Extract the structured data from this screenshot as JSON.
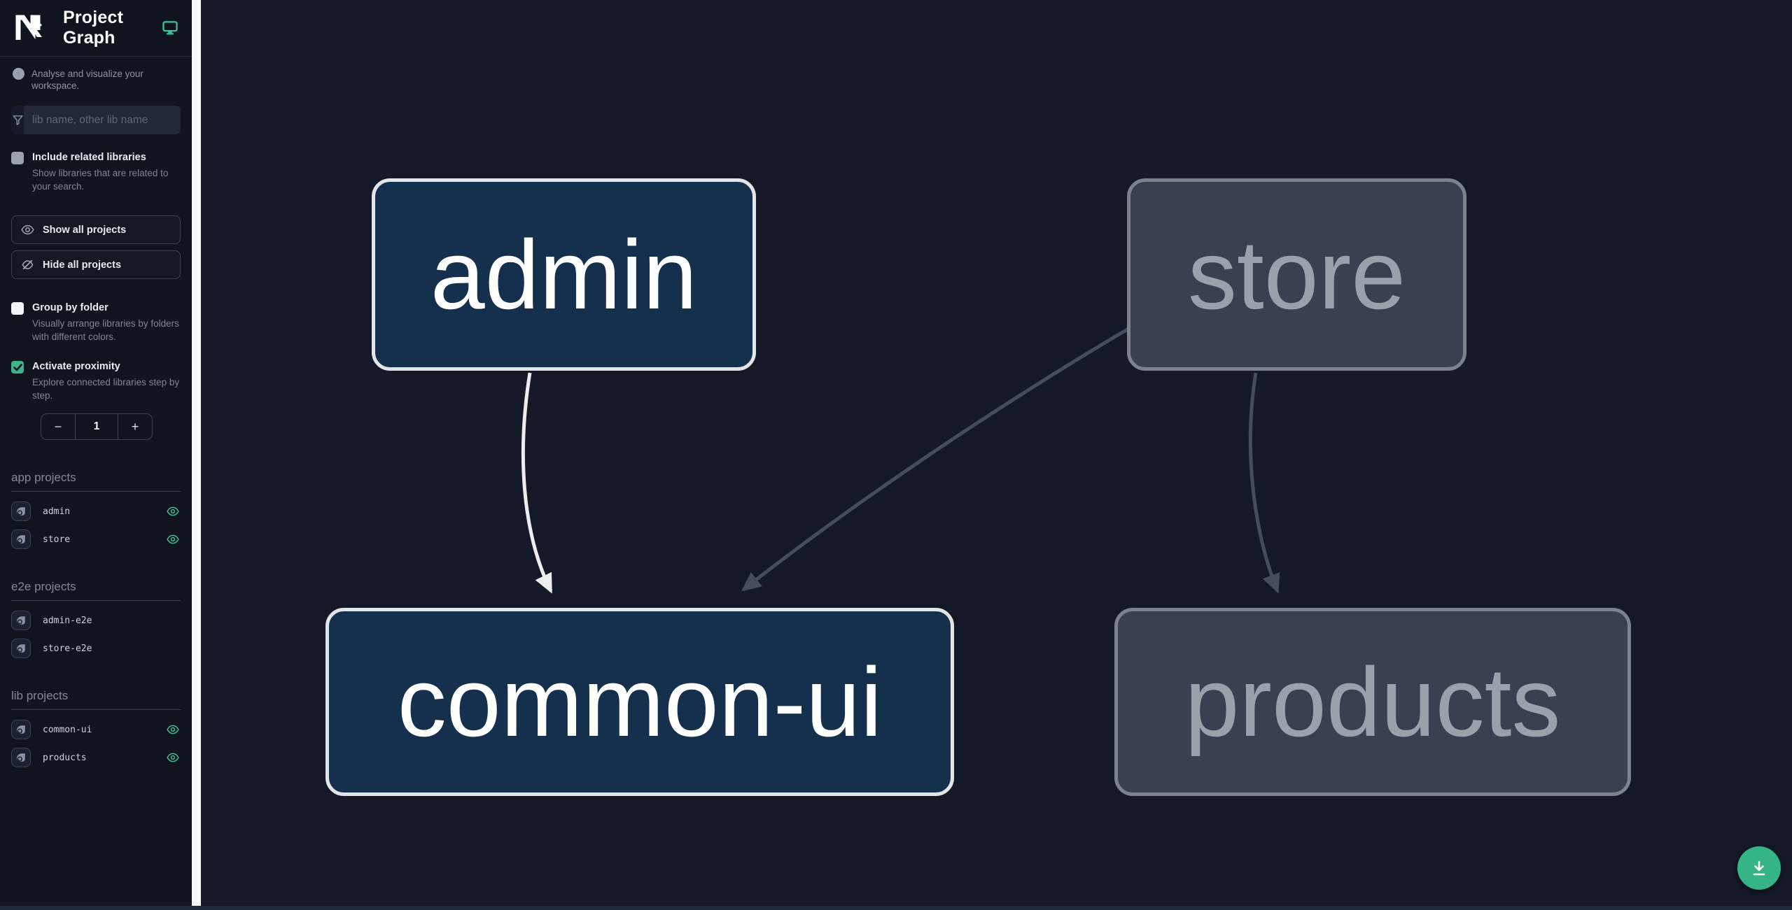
{
  "header": {
    "title": "Project Graph"
  },
  "sidebar": {
    "tagline": "Analyse and visualize your workspace.",
    "filter": {
      "placeholder": "lib name, other lib name"
    },
    "options": [
      {
        "label": "Include related libraries",
        "description": "Show libraries that are related to your search.",
        "checked": false
      },
      {
        "label": "Group by folder",
        "description": "Visually arrange libraries by folders with different colors.",
        "checked": false
      },
      {
        "label": "Activate proximity",
        "description": "Explore connected libraries step by step.",
        "checked": true
      }
    ],
    "buttons": {
      "show_all": "Show all projects",
      "hide_all": "Hide all projects"
    },
    "proximity_stepper": {
      "decrement": "−",
      "value": "1",
      "increment": "+"
    },
    "sections": [
      {
        "title": "app projects",
        "items": [
          {
            "name": "admin",
            "visible": true
          },
          {
            "name": "store",
            "visible": true
          }
        ]
      },
      {
        "title": "e2e projects",
        "items": [
          {
            "name": "admin-e2e",
            "visible": false
          },
          {
            "name": "store-e2e",
            "visible": false
          }
        ]
      },
      {
        "title": "lib projects",
        "items": [
          {
            "name": "common-ui",
            "visible": true
          },
          {
            "name": "products",
            "visible": true
          }
        ]
      }
    ]
  },
  "graph": {
    "nodes": [
      {
        "id": "admin",
        "label": "admin",
        "state": "focused"
      },
      {
        "id": "store",
        "label": "store",
        "state": "unfocused"
      },
      {
        "id": "common-ui",
        "label": "common-ui",
        "state": "focused"
      },
      {
        "id": "products",
        "label": "products",
        "state": "unfocused"
      }
    ],
    "edges": [
      {
        "from": "admin",
        "to": "common-ui",
        "highlighted": true
      },
      {
        "from": "store",
        "to": "common-ui",
        "highlighted": false
      },
      {
        "from": "store",
        "to": "products",
        "highlighted": false
      }
    ]
  },
  "fab": {
    "icon": "download"
  },
  "colors": {
    "accent": "#3db489",
    "sidebar_bg": "#0f141f",
    "canvas_bg": "#131927",
    "focused_node_bg": "#15304d",
    "focused_node_border": "#e3e5e8",
    "unfocused_node_bg": "#394050",
    "unfocused_node_border": "#7c828c",
    "edge_highlight": "#ecedef",
    "edge_muted": "#454d5c",
    "divider": "#f8f9fa"
  }
}
